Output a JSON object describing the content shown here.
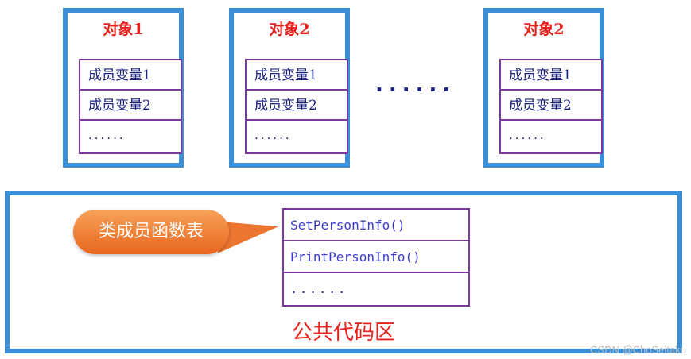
{
  "objects": [
    {
      "title": "对象1",
      "members": [
        "成员变量1",
        "成员变量2",
        "......"
      ]
    },
    {
      "title": "对象2",
      "members": [
        "成员变量1",
        "成员变量2",
        "......"
      ]
    },
    {
      "title": "对象2",
      "members": [
        "成员变量1",
        "成员变量2",
        "......"
      ]
    }
  ],
  "between_objects_ellipsis": "......",
  "code_area": {
    "callout": "类成员函数表",
    "functions": [
      "SetPersonInfo()",
      "PrintPersonInfo()",
      "......"
    ],
    "label": "公共代码区"
  },
  "watermark": "CSDN @ChoSeitaku",
  "colors": {
    "box_border": "#3a8fd6",
    "table_border": "#7b3a9a",
    "title_red": "#e8201c",
    "callout_orange": "#ec7530"
  }
}
